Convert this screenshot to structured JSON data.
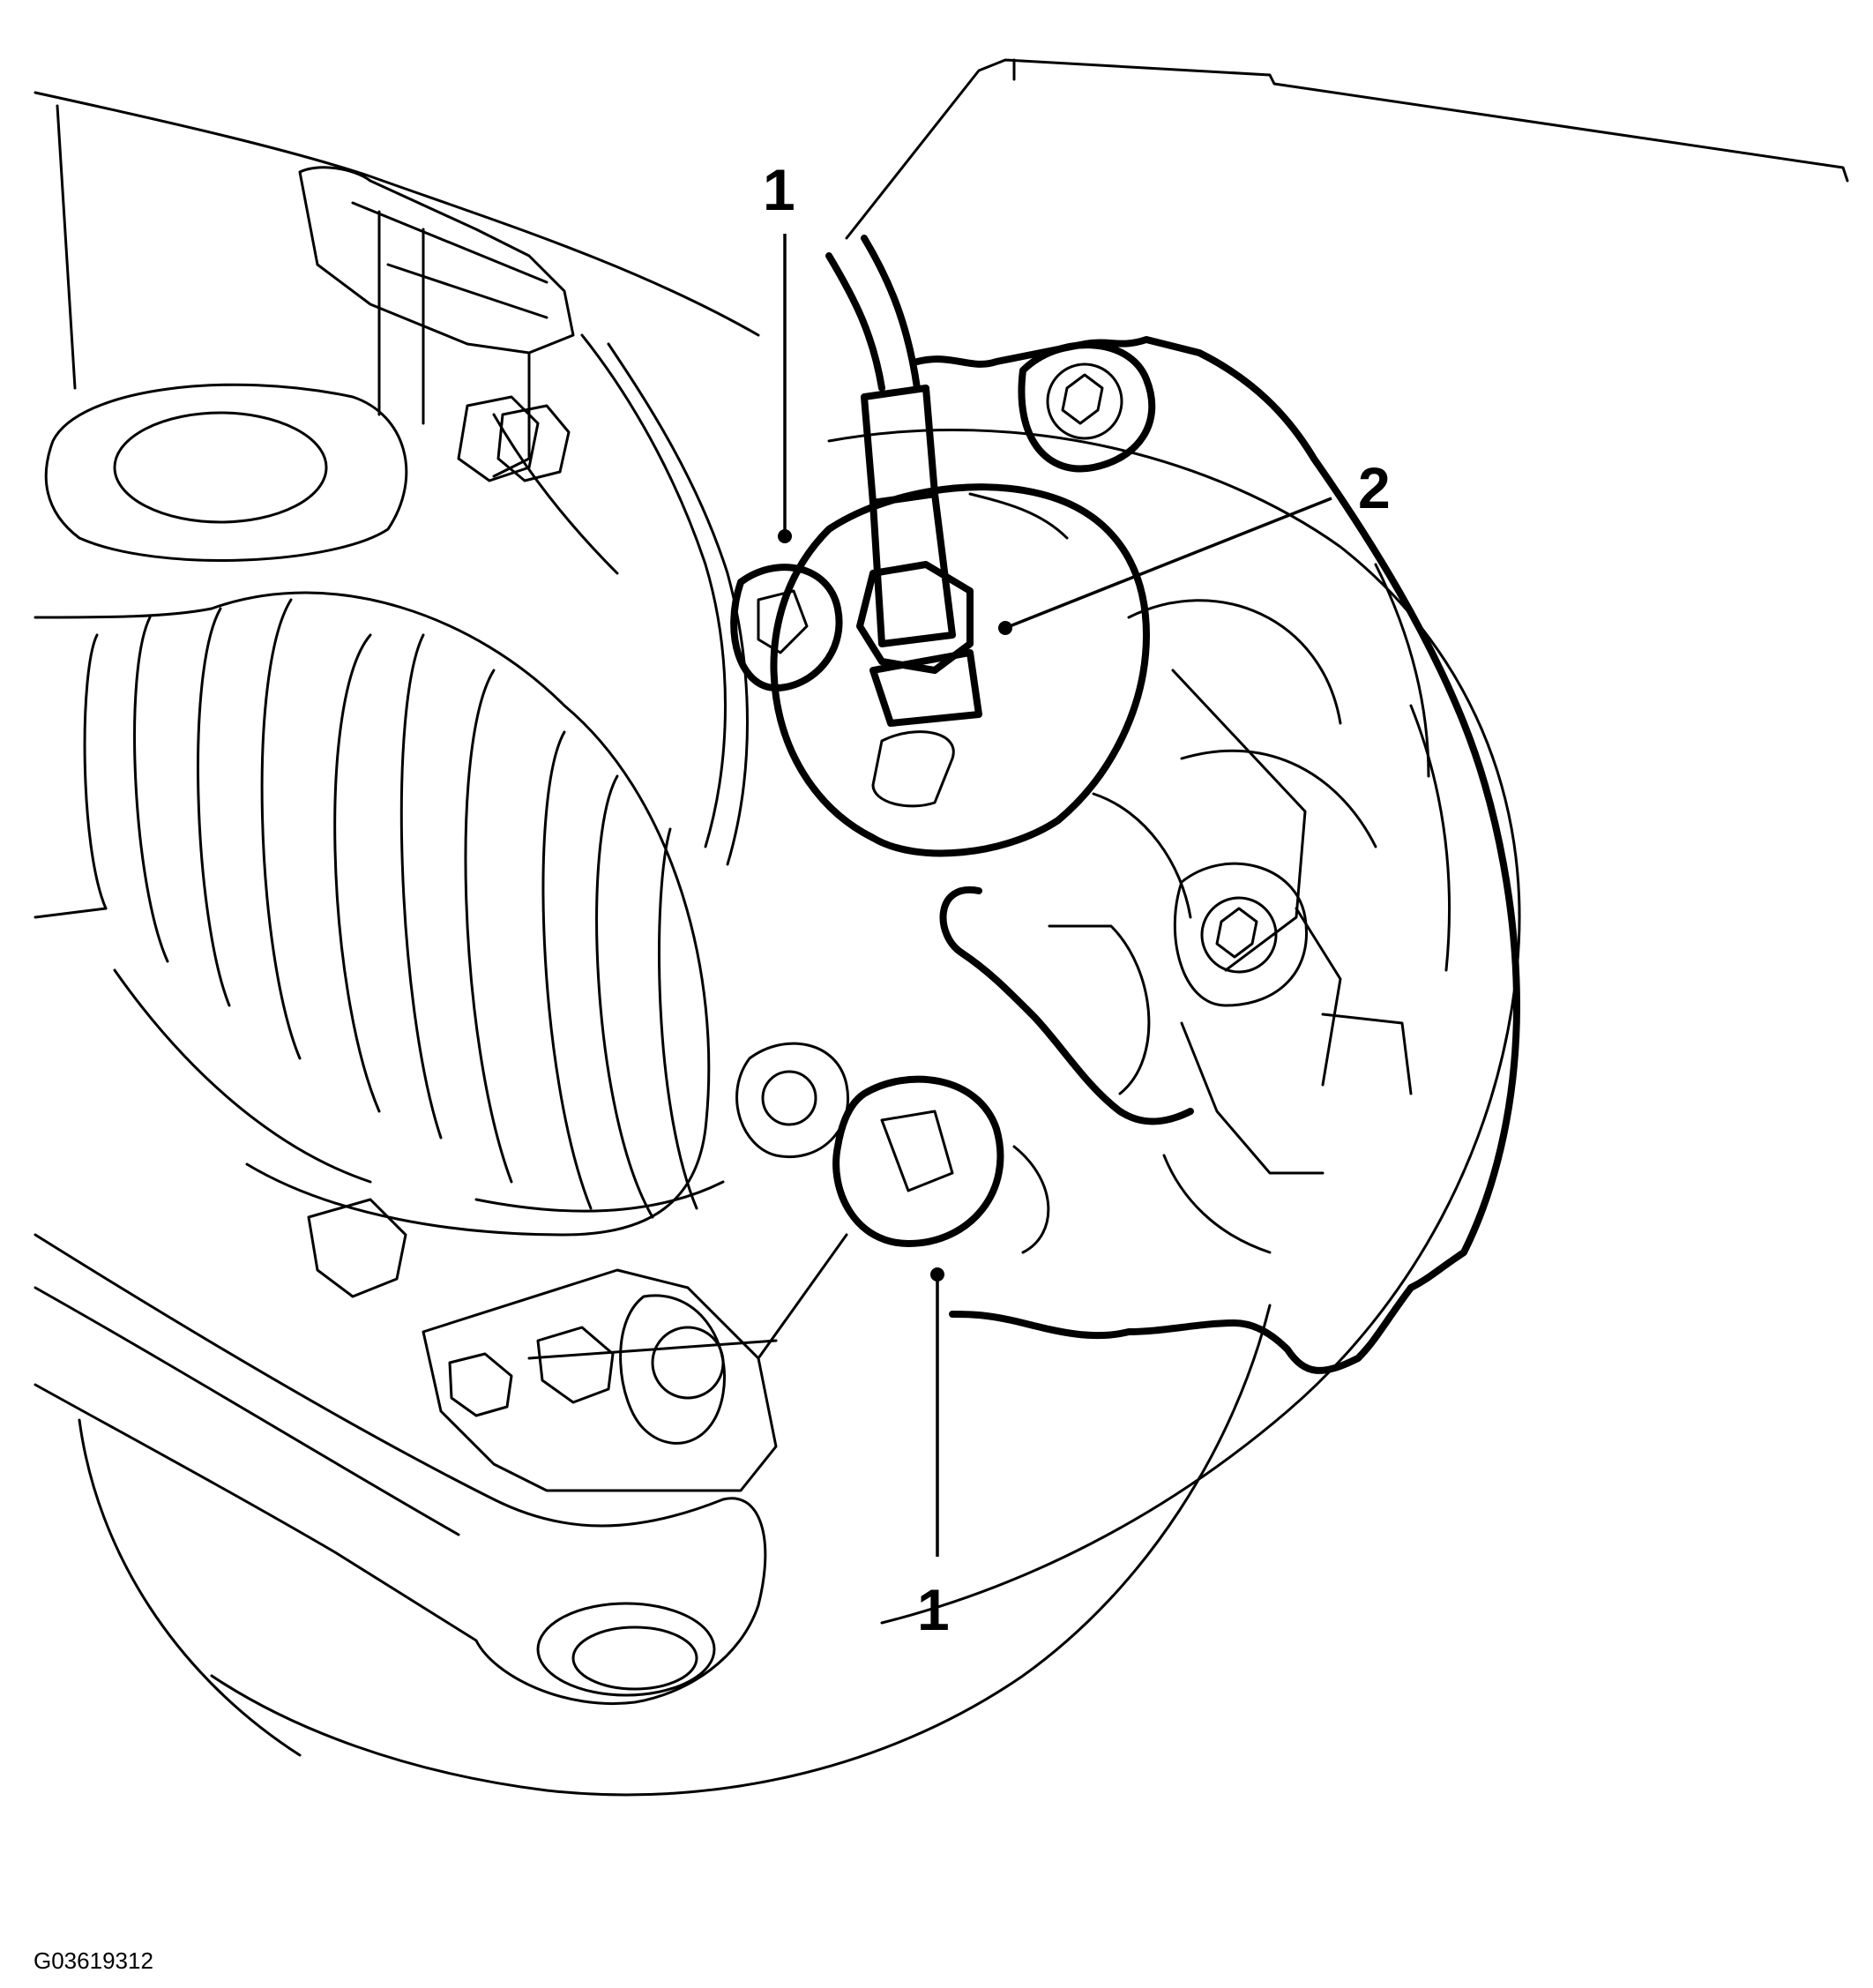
{
  "figure_id": "G03619312",
  "callouts": [
    {
      "id": "top",
      "label": "1"
    },
    {
      "id": "caliper",
      "label": "2"
    },
    {
      "id": "bottom",
      "label": "1"
    }
  ],
  "colors": {
    "line": "#000000",
    "background": "#ffffff"
  }
}
